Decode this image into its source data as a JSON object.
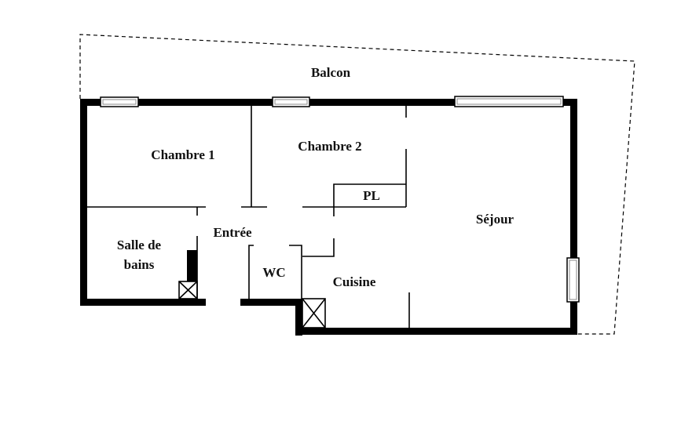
{
  "rooms": {
    "balcon": "Balcon",
    "chambre1": "Chambre 1",
    "chambre2": "Chambre 2",
    "placard": "PL",
    "sejour": "Séjour",
    "entree": "Entrée",
    "salle_de_bains_line1": "Salle de",
    "salle_de_bains_line2": "bains",
    "wc": "WC",
    "cuisine": "Cuisine"
  }
}
